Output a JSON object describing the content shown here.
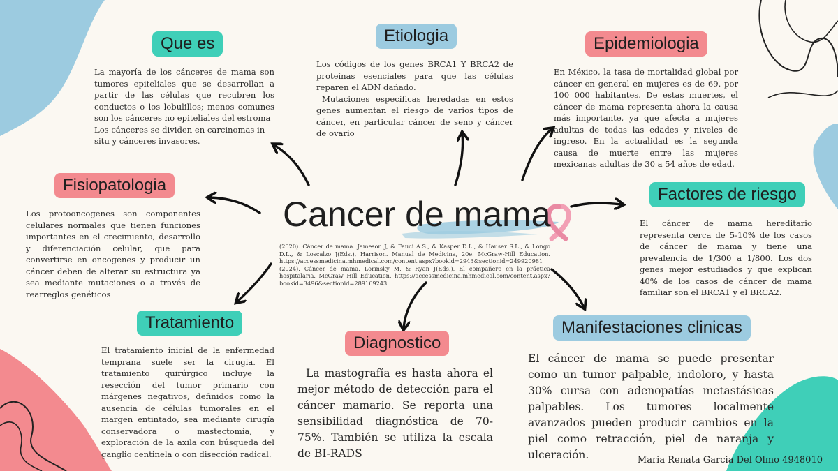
{
  "center": {
    "title": "Cancer de mama",
    "references": [
      "(2020). Cáncer de mama. Jameson J, & Fauci A.S., & Kasper D.L., & Hauser S.L., & Longo D.L., & Loscalzo J(Eds.), Harrison. Manual de Medicina, 20e. McGraw-Hill Education. https://accessmedicina.mhmedical.com/content.aspx?bookid=2943&sectionid=249920981",
      "(2024). Cáncer de mama. Lorinsky M, & Ryan J(Eds.), El compañero en la práctica hospitalaria. McGraw Hill Education. https://accessmedicina.mhmedical.com/content.aspx?bookid=3496&sectionid=289169243"
    ]
  },
  "sections": {
    "que_es": {
      "label": "Que es",
      "paragraphs": [
        "La mayoría de los cánceres de mama son tumores epiteliales que se desarrollan a partir de las células que recubren los conductos o los lobulillos; menos comunes son los cánceres no epiteliales del estroma",
        "Los cánceres se dividen en carcinomas in situ y cánceres invasores."
      ]
    },
    "etiologia": {
      "label": "Etiologia",
      "paragraphs": [
        "Los códigos de los genes BRCA1 Y BRCA2 de proteínas esenciales para que las células reparen el ADN dañado.",
        "Mutaciones específicas heredadas en estos genes aumentan el riesgo de varios tipos de cáncer, en particular cáncer de seno y cáncer de ovario"
      ]
    },
    "epidemiologia": {
      "label": "Epidemiologia",
      "text": "En México, la tasa de mortalidad global por cáncer en general en mujeres es de 69. por 100 000 habitantes. De estas muertes, el cáncer de mama representa ahora la causa más importante, ya que afecta a mujeres adultas de todas las edades y niveles de ingreso. En la actualidad es la segunda causa de muerte entre las mujeres mexicanas adultas de 30 a 54 años de edad."
    },
    "fisiopatologia": {
      "label": "Fisiopatologia",
      "text": "Los protooncogenes son componentes celulares normales que tienen funciones importantes en el crecimiento, desarrollo y diferenciación celular, que para convertirse en oncogenes y producir un cáncer deben de alterar su estructura ya sea mediante mutaciones o a través de rearreglos genéticos"
    },
    "factores": {
      "label": "Factores de riesgo",
      "text": "El cáncer de mama hereditario representa cerca de 5-10% de los casos de cáncer de mama y tiene una prevalencia de 1/300 a 1/800. Los dos genes mejor estudiados y que explican 40% de los casos de cáncer de mama familiar son el BRCA1 y el BRCA2."
    },
    "tratamiento": {
      "label": "Tratamiento",
      "text": "El tratamiento inicial de la enfermedad temprana suele ser la cirugía. El tratamiento quirúrgico incluye la resección del tumor primario con márgenes negativos, definidos como la ausencia de células tumorales en el margen entintado, sea mediante cirugía conservadora o mastectomía, y exploración de la axila con búsqueda del ganglio centinela o con disección radical."
    },
    "diagnostico": {
      "label": "Diagnostico",
      "text": "La mastografía es hasta ahora el mejor método de detección para el cáncer mamario. Se reporta una sensibilidad diagnóstica de 70-75%. También se utiliza la escala de BI-RADS"
    },
    "manifestaciones": {
      "label": "Manifestaciones clinicas",
      "text": "El cáncer de mama se puede presentar como un tumor palpable, indoloro, y hasta 30% cursa con adenopatías metastásicas palpables. Los tumores localmente avanzados pueden producir cambios en la piel como retracción, piel de naranja y ulceración."
    }
  },
  "author": "Maria Renata Garcia Del Olmo 4948010",
  "colors": {
    "teal": "#3fcfb8",
    "blue": "#9ccbe0",
    "pink": "#f38a8f",
    "ribbon": "#f2a0b5",
    "background": "#fbf8f2"
  }
}
